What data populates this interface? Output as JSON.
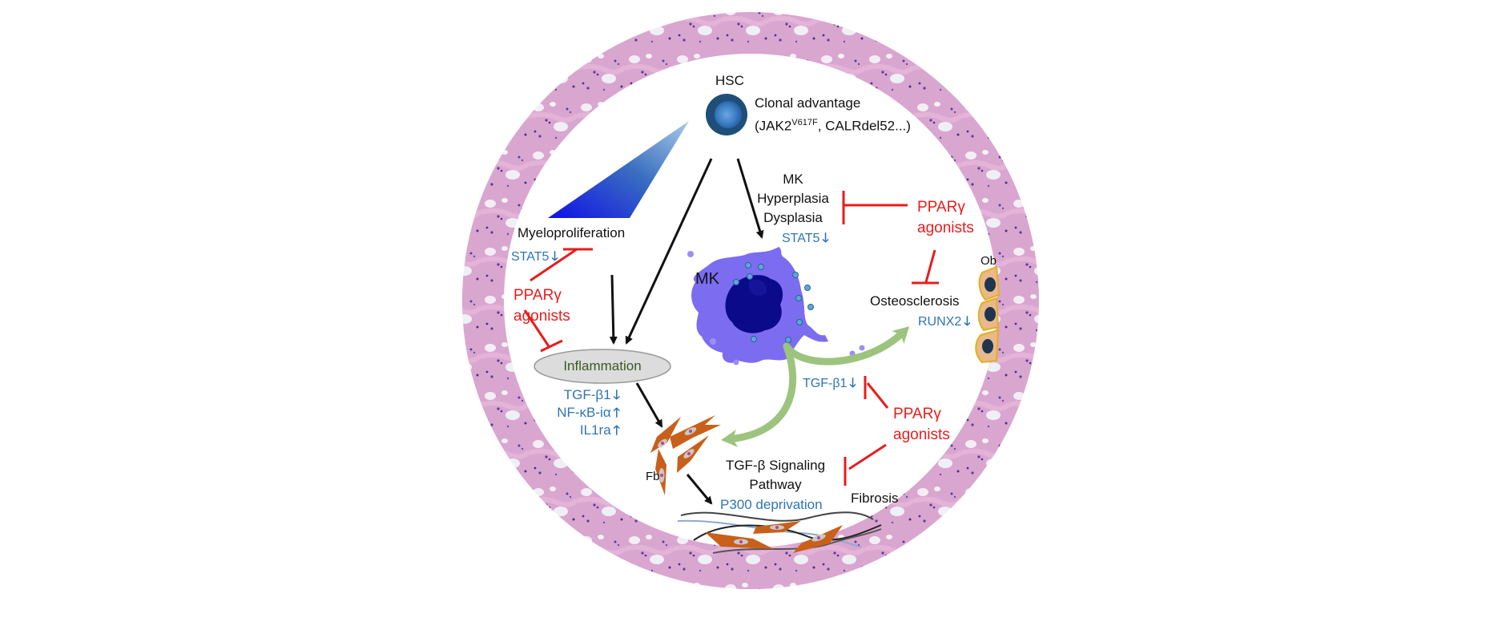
{
  "figure": {
    "type": "pathway-diagram",
    "theme_colors": {
      "inhibitor": "#e81c1c",
      "marker": "#2e75b6",
      "process": "#111111",
      "inflammation_text": "#3a5a24",
      "megakaryocyte": "#7b6cf0",
      "mk_nucleus": "#0a0a8a",
      "fibroblast": "#c8601a",
      "tgf_arrow": "#9cc47e",
      "hsc": "#1f4e79",
      "osteoblast": "#e9b98a"
    },
    "hsc": {
      "label": "HSC",
      "clonal": "Clonal advantage",
      "mutations_prefix": "(JAK2",
      "mutations_sup": "V617F",
      "mutations_suffix": ", CALRdel52...)"
    },
    "myeloproliferation": {
      "label": "Myeloproliferation",
      "marker": "STAT5",
      "marker_direction": "down"
    },
    "agonist_label_line1": "PPARγ",
    "agonist_label_line2": "agonists",
    "mk_block": {
      "line1": "MK",
      "line2": "Hyperplasia",
      "line3": "Dysplasia",
      "marker": "STAT5",
      "marker_direction": "down"
    },
    "mk_cell_label": "MK",
    "inflammation": {
      "label": "Inflammation",
      "markers": [
        {
          "name": "TGF-β1",
          "direction": "down"
        },
        {
          "name": "NF-κB-iα",
          "direction": "up"
        },
        {
          "name": "IL1ra",
          "direction": "up"
        }
      ]
    },
    "osteosclerosis": {
      "label": "Osteosclerosis",
      "marker": "RUNX2",
      "marker_direction": "down",
      "cell_label": "Ob"
    },
    "tgf_marker": {
      "name": "TGF-β1",
      "direction": "down"
    },
    "fibrosis": {
      "pathway_line1": "TGF-β Signaling",
      "pathway_line2": "Pathway",
      "p300": "P300 deprivation",
      "label": "Fibrosis",
      "cell_label": "Fb"
    },
    "arrow_glyphs": {
      "down": "🡓",
      "up": "🡑"
    }
  }
}
